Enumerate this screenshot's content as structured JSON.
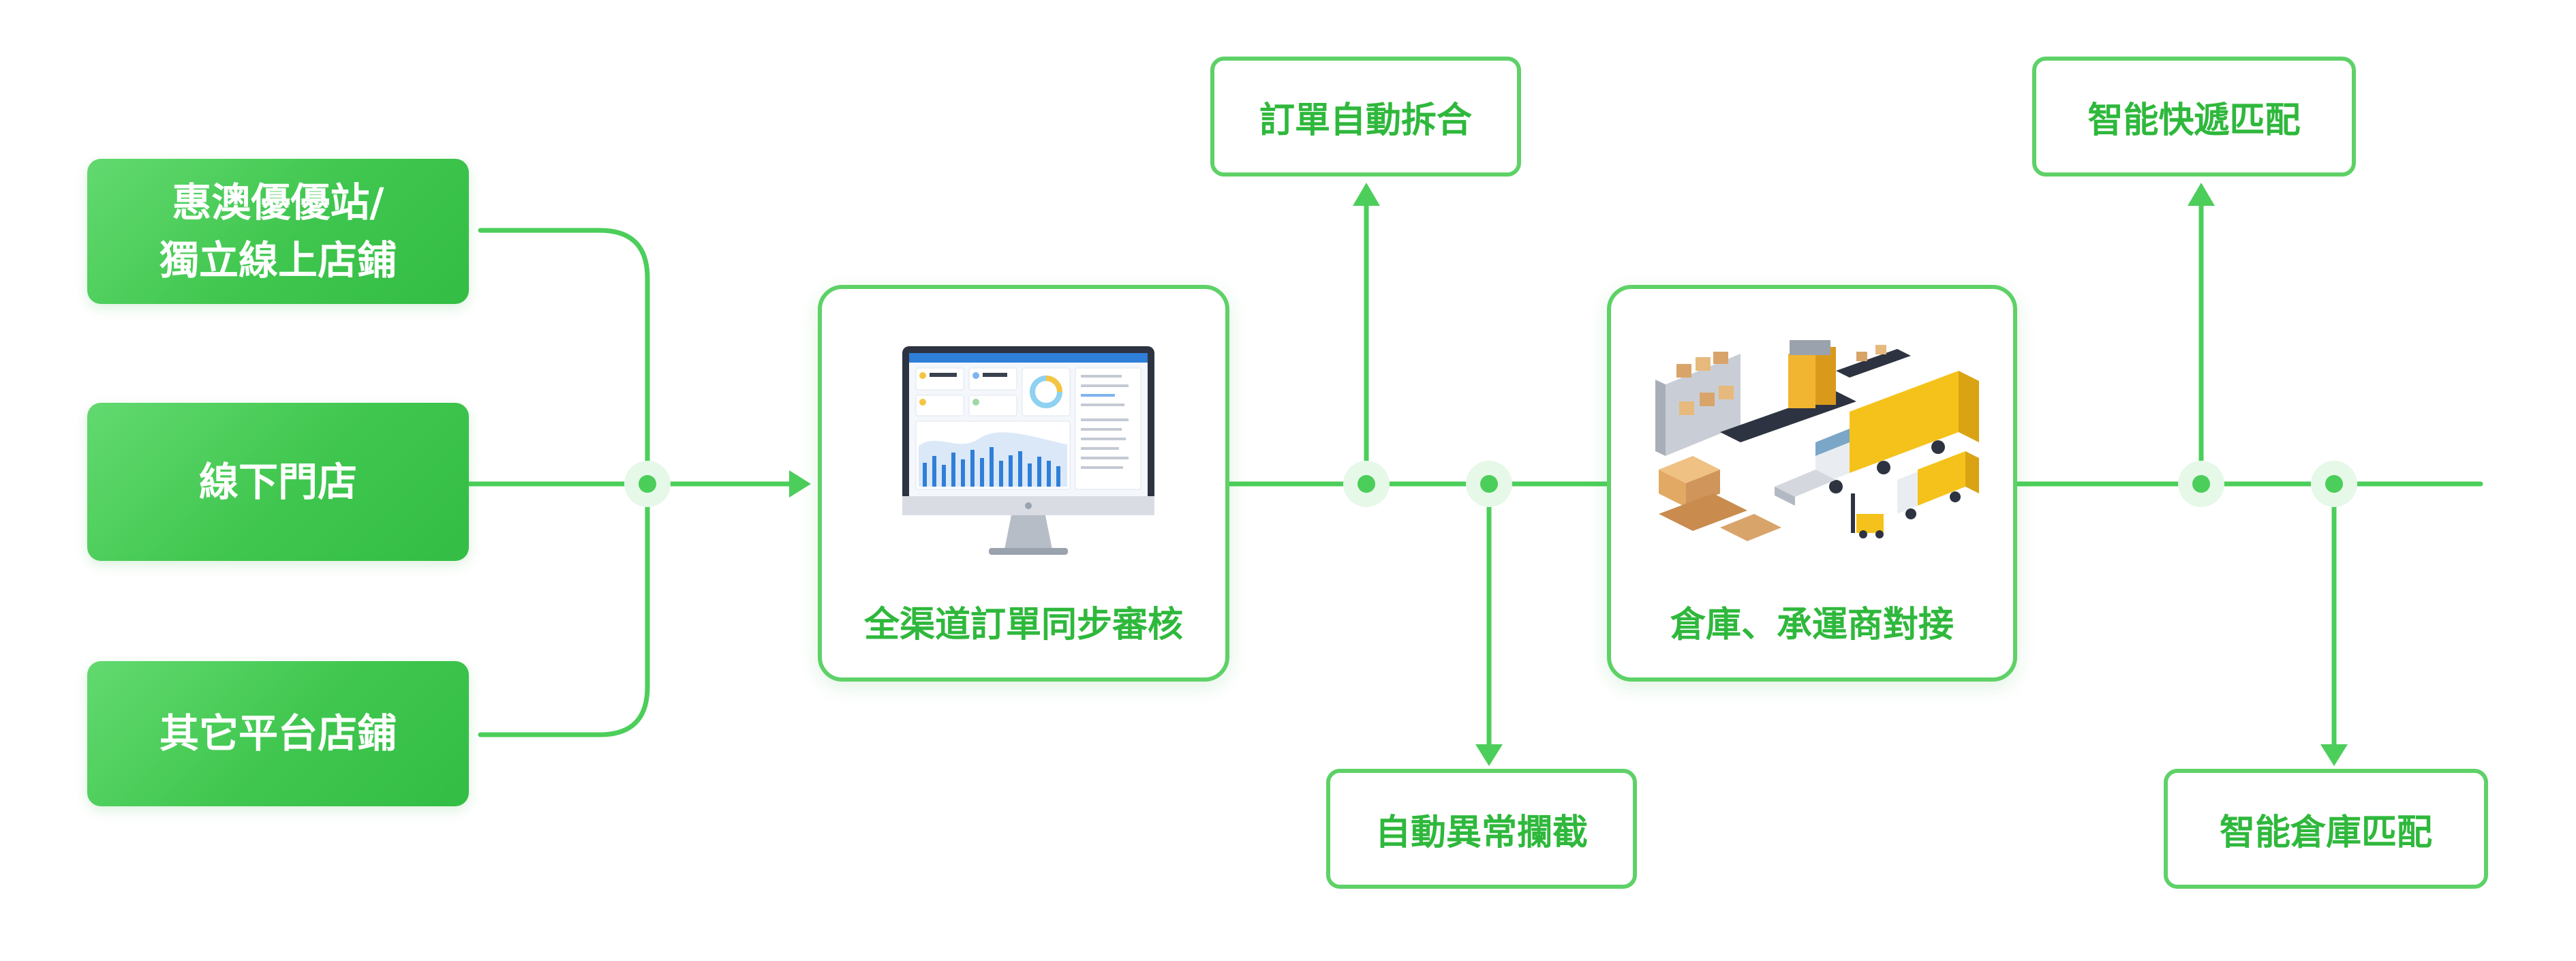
{
  "sources": [
    {
      "label": "惠澳優優站/\n獨立線上店鋪"
    },
    {
      "label": "線下門店"
    },
    {
      "label": "其它平台店鋪"
    }
  ],
  "processes": {
    "audit": {
      "label": "全渠道訂單同步審核"
    },
    "logistics": {
      "label": "倉庫、承運商對接"
    }
  },
  "branches": {
    "split": {
      "label": "訂單自動拆合"
    },
    "intercept": {
      "label": "自動異常攔截"
    },
    "express": {
      "label": "智能快遞匹配"
    },
    "warehouse": {
      "label": "智能倉庫匹配"
    }
  },
  "colors": {
    "accent": "#4cce5a",
    "accent_text": "#2fb83c",
    "node_halo": "#e6f8e8"
  }
}
